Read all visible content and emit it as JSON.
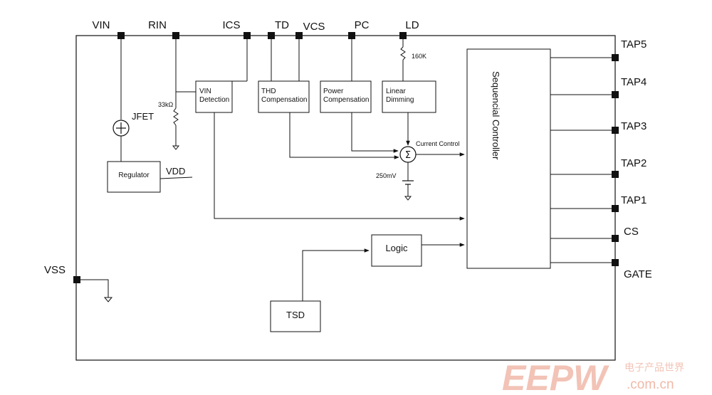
{
  "pins": {
    "vin": "VIN",
    "rin": "RIN",
    "ics": "ICS",
    "td": "TD",
    "vcs": "VCS",
    "pc": "PC",
    "ld": "LD",
    "vss": "VSS",
    "tap5": "TAP5",
    "tap4": "TAP4",
    "tap3": "TAP3",
    "tap2": "TAP2",
    "tap1": "TAP1",
    "cs": "CS",
    "gate": "GATE"
  },
  "blocks": {
    "vin_detection": [
      "VIN",
      "Detection"
    ],
    "thd_compensation": [
      "THD",
      "Compensation"
    ],
    "power_compensation": [
      "Power",
      "Compensation"
    ],
    "linear_dimming": [
      "Linear",
      "Dimming"
    ],
    "regulator": "Regulator",
    "logic": "Logic",
    "tsd": "TSD",
    "sequencial_controller": "Sequencial Controller"
  },
  "labels": {
    "jfet": "JFET",
    "vdd": "VDD",
    "r_33k": "33kΩ",
    "r_160k": "160K",
    "current_control": "Current Control",
    "ref_250mv": "250mV",
    "sum_symbol": "Σ"
  },
  "watermark": {
    "letters": "EEPW",
    "chinese": "电子产品世界",
    "url": ".com.cn"
  },
  "colors": {
    "line": "#111111",
    "watermark": "#f2c3b6"
  }
}
